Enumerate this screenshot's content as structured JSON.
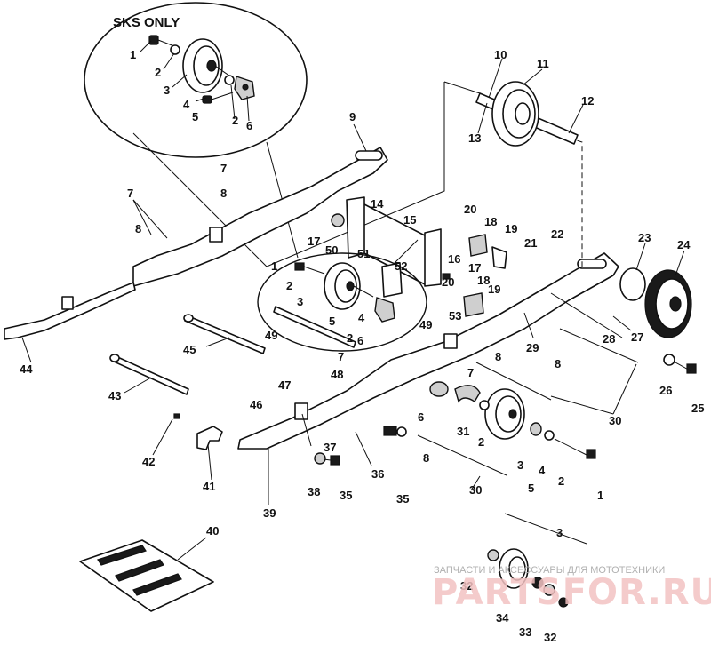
{
  "diagram": {
    "sks_label": "SKS ONLY",
    "callouts": [
      "1",
      "2",
      "3",
      "4",
      "5",
      "2",
      "6",
      "7",
      "8",
      "7",
      "8",
      "9",
      "10",
      "11",
      "12",
      "13",
      "14",
      "15",
      "17",
      "50",
      "51",
      "52",
      "20",
      "18",
      "16",
      "19",
      "17",
      "18",
      "19",
      "20",
      "21",
      "22",
      "23",
      "24",
      "1",
      "2",
      "3",
      "5",
      "4",
      "2",
      "6",
      "49",
      "53",
      "49",
      "45",
      "44",
      "43",
      "7",
      "48",
      "8",
      "7",
      "46",
      "47",
      "42",
      "41",
      "37",
      "36",
      "38",
      "35",
      "39",
      "6",
      "31",
      "2",
      "3",
      "4",
      "2",
      "1",
      "30",
      "5",
      "8",
      "35",
      "30",
      "28",
      "27",
      "29",
      "8",
      "26",
      "25",
      "40",
      "3",
      "32",
      "34",
      "33",
      "32"
    ]
  },
  "watermark": {
    "caption": "ЗАПЧАСТИ И АКСЕССУАРЫ ДЛЯ МОТОТЕХНИКИ",
    "brand": "PARTSFOR.RU"
  }
}
